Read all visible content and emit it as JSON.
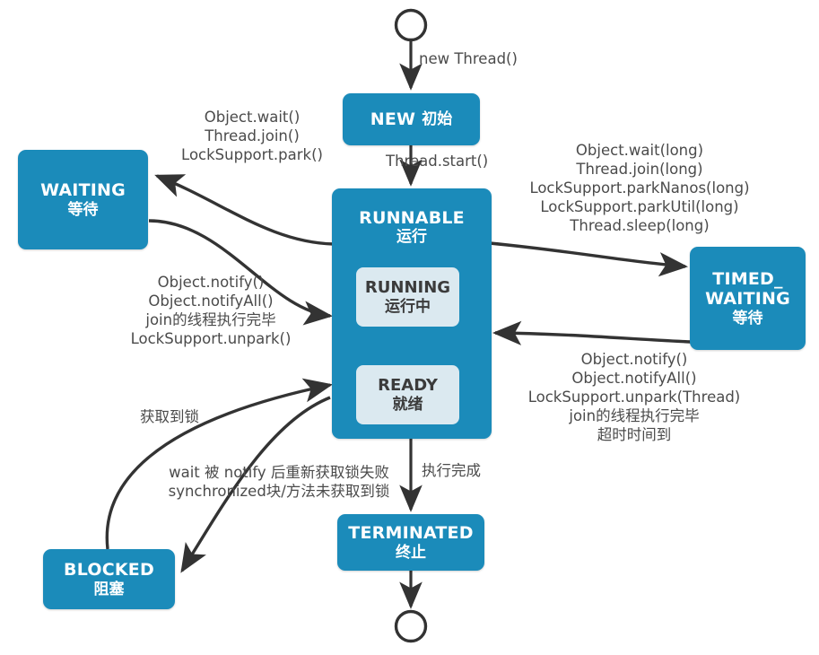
{
  "diagram": {
    "title": "Java Thread State Transition Diagram",
    "colors": {
      "state_fill": "#1b8bba",
      "substate_fill": "#dbe9f0",
      "arrow": "#333333",
      "inner_arrow": "#f2f24a",
      "label_text": "#4b4b4b"
    },
    "states": {
      "new": {
        "en": "NEW",
        "cn": "初始"
      },
      "runnable": {
        "en": "RUNNABLE",
        "cn": "运行"
      },
      "running": {
        "en": "RUNNING",
        "cn": "运行中"
      },
      "ready": {
        "en": "READY",
        "cn": "就绪"
      },
      "waiting": {
        "en": "WAITING",
        "cn": "等待"
      },
      "timed_waiting": {
        "en1": "TIMED_",
        "en2": "WAITING",
        "cn": "等待"
      },
      "blocked": {
        "en": "BLOCKED",
        "cn": "阻塞"
      },
      "terminated": {
        "en": "TERMINATED",
        "cn": "终止"
      }
    },
    "edges": {
      "start_to_new": "new Thread()",
      "new_to_runnable": "Thread.start()",
      "runnable_to_waiting": "Object.wait()\nThread.join()\nLockSupport.park()",
      "waiting_to_runnable": "Object.notify()\nObject.notifyAll()\njoin的线程执行完毕\nLockSupport.unpark()",
      "runnable_to_timed": "Object.wait(long)\nThread.join(long)\nLockSupport.parkNanos(long)\nLockSupport.parkUtil(long)\nThread.sleep(long)",
      "timed_to_runnable": "Object.notify()\nObject.notifyAll()\nLockSupport.unpark(Thread)\njoin的线程执行完毕\n超时时间到",
      "blocked_to_runnable": "获取到锁",
      "runnable_to_blocked": "wait 被 notify 后重新获取锁失败\nsynchronized块/方法未获取到锁",
      "runnable_to_terminated": "执行完成"
    }
  }
}
